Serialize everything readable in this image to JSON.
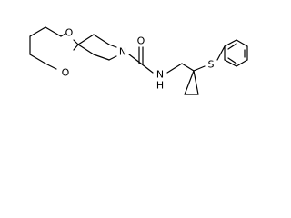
{
  "diagram": {
    "type": "structural-formula",
    "atom_labels": {
      "o_upper": "O",
      "o_lower": "O",
      "n_ring": "N",
      "o_carbonyl": "O",
      "n_amide": "N",
      "h_amide": "H",
      "s_thioether": "S"
    }
  }
}
